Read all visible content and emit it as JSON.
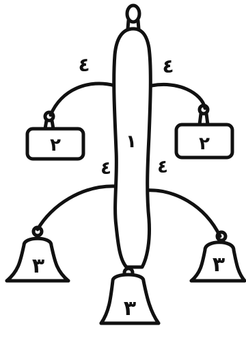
{
  "labels": {
    "column": "١",
    "weight_left": "٢",
    "weight_right": "٢",
    "bell_left": "٣",
    "bell_center": "٣",
    "bell_right": "٣",
    "arm_upper_left": "٤",
    "arm_upper_right": "٤",
    "arm_lower_left": "٤",
    "arm_lower_right": "٤"
  },
  "colors": {
    "ink": "#111111",
    "paper": "#ffffff"
  }
}
